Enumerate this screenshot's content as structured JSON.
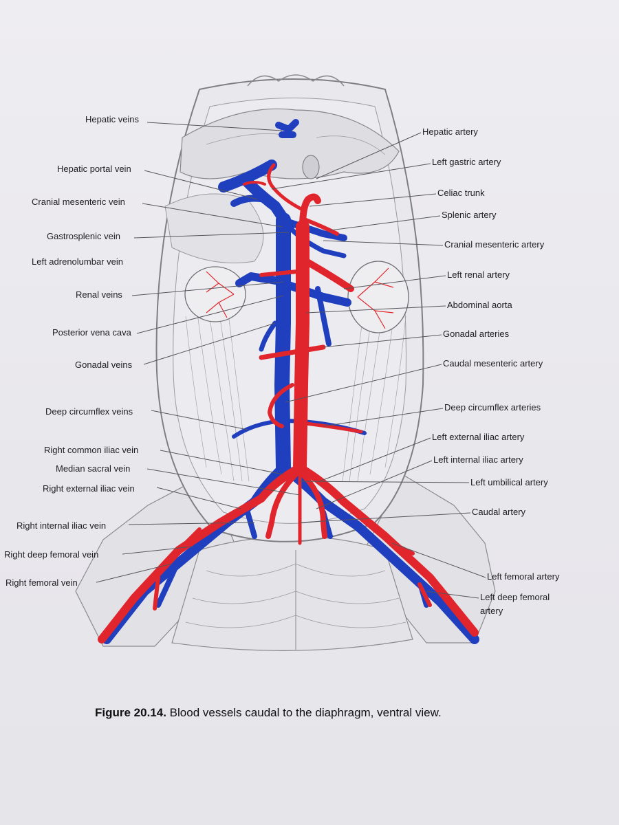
{
  "labels_left": [
    {
      "id": "hepatic-veins",
      "text": "Hepatic veins"
    },
    {
      "id": "hepatic-portal-vein",
      "text": "Hepatic portal vein"
    },
    {
      "id": "cranial-mesenteric-vein",
      "text": "Cranial mesenteric vein"
    },
    {
      "id": "gastrosplenic-vein",
      "text": "Gastrosplenic vein"
    },
    {
      "id": "left-adrenolumbar-vein",
      "text": "Left adrenolumbar vein"
    },
    {
      "id": "renal-veins",
      "text": "Renal veins"
    },
    {
      "id": "posterior-vena-cava",
      "text": "Posterior vena cava"
    },
    {
      "id": "gonadal-veins",
      "text": "Gonadal veins"
    },
    {
      "id": "deep-circumflex-veins",
      "text": "Deep circumflex veins"
    },
    {
      "id": "right-common-iliac-vein",
      "text": "Right common iliac vein"
    },
    {
      "id": "median-sacral-vein",
      "text": "Median sacral vein"
    },
    {
      "id": "right-external-iliac-vein",
      "text": "Right external iliac vein"
    },
    {
      "id": "right-internal-iliac-vein",
      "text": "Right internal iliac vein"
    },
    {
      "id": "right-deep-femoral-vein",
      "text": "Right deep femoral vein"
    },
    {
      "id": "right-femoral-vein",
      "text": "Right femoral vein"
    }
  ],
  "labels_right": [
    {
      "id": "hepatic-artery",
      "text": "Hepatic artery"
    },
    {
      "id": "left-gastric-artery",
      "text": "Left gastric artery"
    },
    {
      "id": "celiac-trunk",
      "text": "Celiac trunk"
    },
    {
      "id": "splenic-artery",
      "text": "Splenic artery"
    },
    {
      "id": "cranial-mesenteric-artery",
      "text": "Cranial mesenteric artery"
    },
    {
      "id": "left-renal-artery",
      "text": "Left renal artery"
    },
    {
      "id": "abdominal-aorta",
      "text": "Abdominal aorta"
    },
    {
      "id": "gonadal-arteries",
      "text": "Gonadal arteries"
    },
    {
      "id": "caudal-mesenteric-artery",
      "text": "Caudal mesenteric artery"
    },
    {
      "id": "deep-circumflex-arteries",
      "text": "Deep circumflex arteries"
    },
    {
      "id": "left-external-iliac-artery",
      "text": "Left external iliac artery"
    },
    {
      "id": "left-internal-iliac-artery",
      "text": "Left internal iliac artery"
    },
    {
      "id": "left-umbilical-artery",
      "text": "Left umbilical artery"
    },
    {
      "id": "caudal-artery",
      "text": "Caudal artery"
    },
    {
      "id": "left-femoral-artery",
      "text": "Left femoral artery"
    },
    {
      "id": "left-deep-femoral-artery",
      "text": "Left deep femoral artery"
    }
  ],
  "caption": {
    "number": "Figure 20.14.",
    "text": "Blood vessels caudal to the diaphragm, ventral view."
  },
  "colors": {
    "vein": "#1f3fbf",
    "artery": "#e0262c",
    "leader": "#55555c",
    "tissue_stroke": "#8a8a90"
  }
}
